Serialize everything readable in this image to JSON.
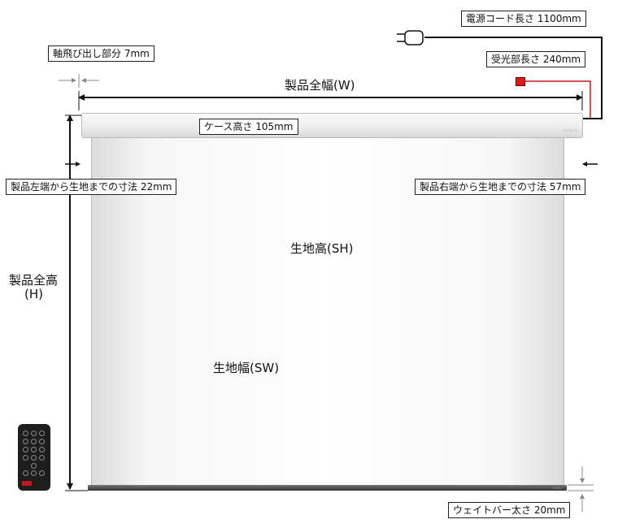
{
  "labels": {
    "power_cord": "電源コード長さ 1100mm",
    "receiver": "受光部長さ 240mm",
    "axle_protrusion": "軸飛び出し部分 7mm",
    "product_width": "製品全幅(W)",
    "case_height": "ケース高さ 105mm",
    "left_gap": "製品左端から生地までの寸法 22mm",
    "right_gap": "製品右端から生地までの寸法 57mm",
    "fabric_height": "生地高(SH)",
    "product_height_line1": "製品全高",
    "product_height_line2": "(H)",
    "fabric_width": "生地幅(SW)",
    "weight_bar": "ウェイトバー太さ 20mm"
  },
  "colors": {
    "sensor": "#e0191a",
    "arrow": "#111111"
  },
  "icons": {
    "plug": "plug-icon",
    "remote": "remote-control-icon"
  }
}
